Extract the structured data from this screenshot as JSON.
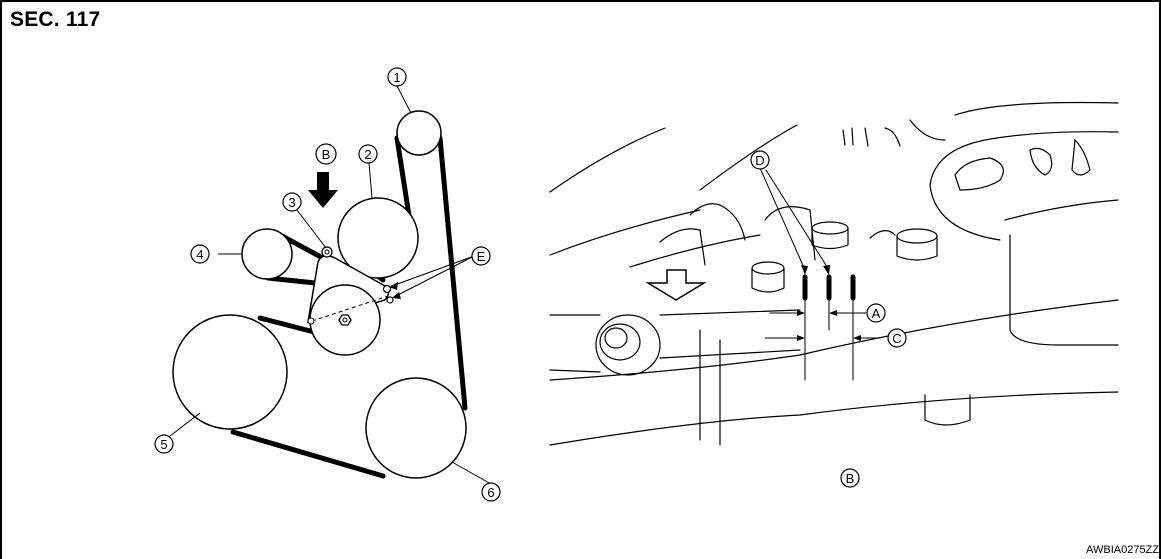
{
  "section_title": "SEC. 117",
  "figure_code": "AWBIA0275ZZ",
  "belt_layout": {
    "callouts": {
      "c1": "1",
      "c2": "2",
      "c3": "3",
      "c4": "4",
      "c5": "5",
      "c6": "6",
      "cB": "B",
      "cE": "E"
    }
  },
  "detail_view": {
    "callouts": {
      "cD": "D",
      "cA": "A",
      "cC": "C",
      "cB": "B"
    }
  },
  "colors": {
    "line": "#000000",
    "background": "#ffffff"
  }
}
